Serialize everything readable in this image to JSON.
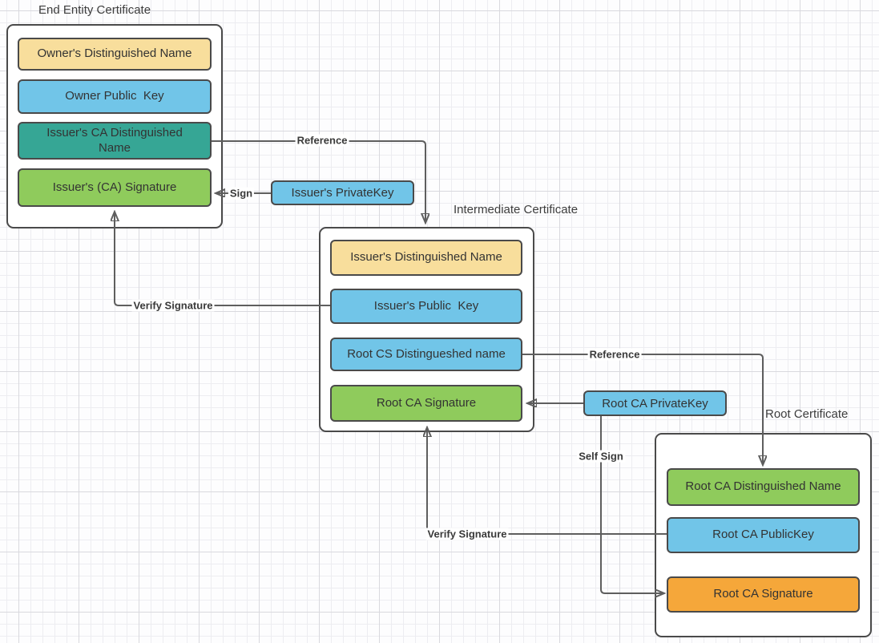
{
  "diagram": {
    "certificates": [
      {
        "title": "End Entity Certificate",
        "fields": [
          {
            "label": "Owner's Distinguished Name",
            "color": "yellow"
          },
          {
            "label": "Owner Public  Key",
            "color": "blue"
          },
          {
            "label": "Issuer's CA Distinguished\nName",
            "color": "teal"
          },
          {
            "label": "Issuer's (CA) Signature",
            "color": "green"
          }
        ]
      },
      {
        "title": "Intermediate Certificate",
        "fields": [
          {
            "label": "Issuer's Distinguished Name",
            "color": "yellow"
          },
          {
            "label": "Issuer's Public  Key",
            "color": "blue"
          },
          {
            "label": "Root CS Distingueshed name",
            "color": "blue"
          },
          {
            "label": "Root CA Signature",
            "color": "green"
          }
        ]
      },
      {
        "title": "Root Certificate",
        "fields": [
          {
            "label": "Root CA Distinguished Name",
            "color": "green"
          },
          {
            "label": "Root CA PublicKey",
            "color": "blue"
          },
          {
            "label": "Root CA Signature",
            "color": "orange"
          }
        ]
      }
    ],
    "keys": [
      {
        "label": "Issuer's PrivateKey",
        "color": "blue"
      },
      {
        "label": "Root CA PrivateKey",
        "color": "blue"
      }
    ],
    "edges": [
      {
        "label": "Reference"
      },
      {
        "label": "Sign"
      },
      {
        "label": "Verify Signature"
      },
      {
        "label": "Reference"
      },
      {
        "label": "Self Sign"
      },
      {
        "label": "Verify Signature"
      }
    ],
    "colors": {
      "yellow": "#F8DE9C",
      "blue": "#71C5E8",
      "teal": "#36A695",
      "green": "#8FCB5C",
      "orange": "#F5A73A",
      "box_border": "#4A4A4A",
      "line": "#5E5E5E",
      "background": "#FDFDFE"
    }
  }
}
